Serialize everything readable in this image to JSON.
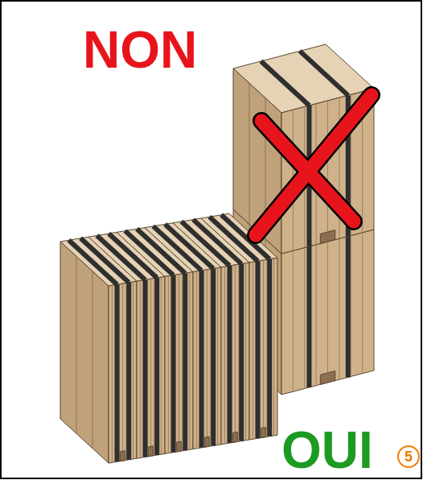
{
  "diagram": {
    "nodes": [
      {
        "text": [
          "5"
        ]
      }
    ],
    "labels": [
      "NON",
      "OUI"
    ]
  }
}
